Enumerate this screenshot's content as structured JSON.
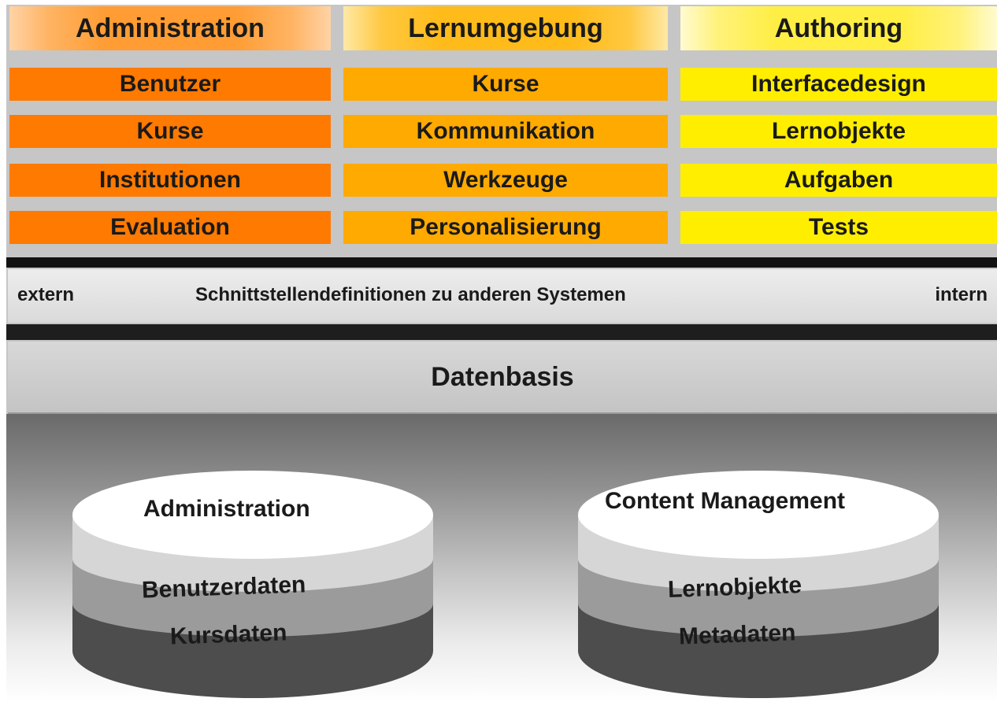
{
  "columns": [
    {
      "title": "Administration",
      "items": [
        "Benutzer",
        "Kurse",
        "Institutionen",
        "Evaluation"
      ]
    },
    {
      "title": "Lernumgebung",
      "items": [
        "Kurse",
        "Kommunikation",
        "Werkzeuge",
        "Personalisierung"
      ]
    },
    {
      "title": "Authoring",
      "items": [
        "Interfacedesign",
        "Lernobjekte",
        "Aufgaben",
        "Tests"
      ]
    }
  ],
  "interface": {
    "left": "extern",
    "center": "Schnittstellendefinitionen zu anderen Systemen",
    "right": "intern"
  },
  "datenbasis": "Datenbasis",
  "databases": [
    {
      "title": "Administration",
      "layer1": "Benutzerdaten",
      "layer2": "Kursdaten"
    },
    {
      "title": "Content Management",
      "layer1": "Lernobjekte",
      "layer2": "Metadaten"
    }
  ],
  "colors": {
    "administration": "#ff7a00",
    "lernumgebung": "#ffaa00",
    "authoring": "#ffee00",
    "dark_bar": "#121212"
  }
}
